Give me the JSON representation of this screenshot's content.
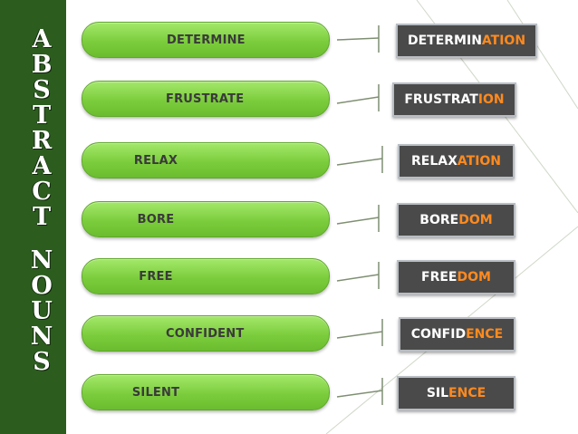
{
  "sidebar": {
    "title_word1": [
      "A",
      "B",
      "S",
      "T",
      "R",
      "A",
      "C",
      "T"
    ],
    "title_word2": [
      "N",
      "O",
      "U",
      "N",
      "S"
    ]
  },
  "rows": [
    {
      "verb": "DETERMINE",
      "stem": "DETERMIN",
      "suffix": "ATION"
    },
    {
      "verb": "FRUSTRATE",
      "stem": "FRUSTRAT",
      "suffix": "ION"
    },
    {
      "verb": "RELAX",
      "stem": "RELAX",
      "suffix": "ATION"
    },
    {
      "verb": "BORE",
      "stem": "BORE",
      "suffix": "DOM"
    },
    {
      "verb": "FREE",
      "stem": "FREE",
      "suffix": "DOM"
    },
    {
      "verb": "CONFIDENT",
      "stem": "CONFID",
      "suffix": "ENCE"
    },
    {
      "verb": "SILENT",
      "stem": "SIL",
      "suffix": "ENCE"
    }
  ],
  "colors": {
    "sidebar": "#2c5d1f",
    "verb_pill": "#7ccd3d",
    "noun_box": "#4a4a4a",
    "suffix": "#ff8a1e"
  }
}
